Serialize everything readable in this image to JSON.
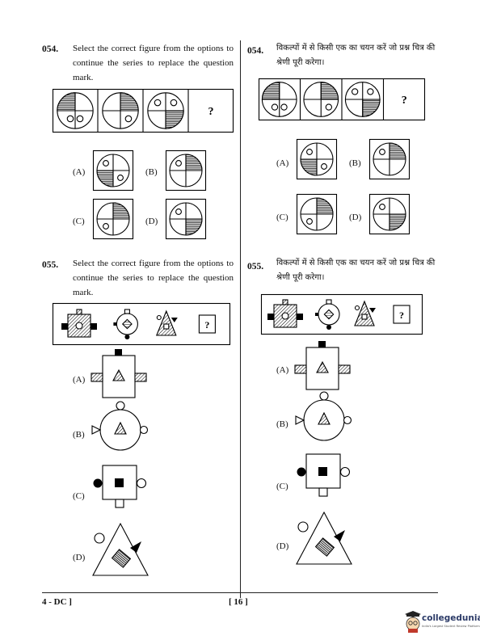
{
  "q54": {
    "number": "054.",
    "text_en": "Select the correct figure from the options to continue the series to replace the question mark.",
    "text_hi": "विकल्पों में से किसी एक का चयन करें जो प्रश्न चित्र की श्रेणी पूरी करेगा।",
    "question_mark": "?",
    "options": [
      "(A)",
      "(B)",
      "(C)",
      "(D)"
    ]
  },
  "q55": {
    "number": "055.",
    "text_en": "Select the correct figure from the options to continue the series to replace the question mark.",
    "text_hi": "विकल्पों में से किसी एक का चयन करें जो प्रश्न चित्र की श्रेणी पूरी करेगा।",
    "question_mark": "?",
    "options": [
      "(A)",
      "(B)",
      "(C)",
      "(D)"
    ]
  },
  "footer": {
    "code": "4 - DC ]",
    "page": "[ 16 ]"
  },
  "logo": {
    "name": "collegedunia",
    "tagline": "India's Largest Student Review Platform"
  }
}
